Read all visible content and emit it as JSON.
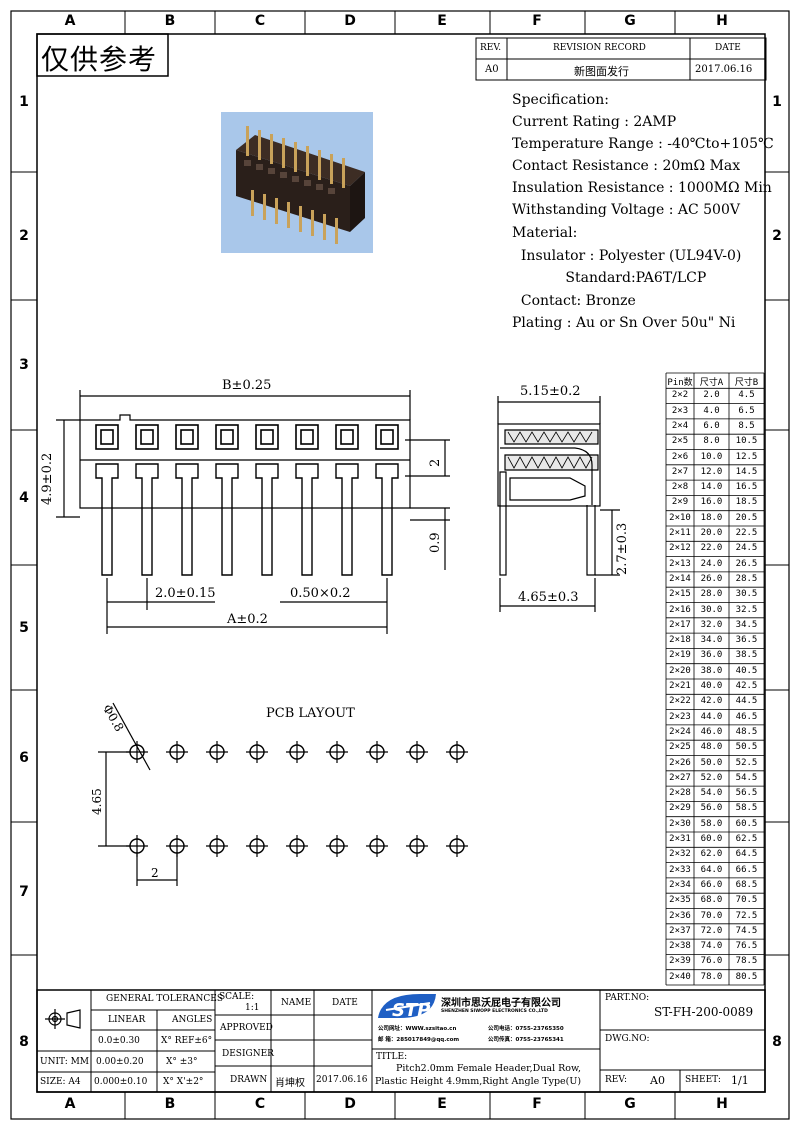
{
  "zones": {
    "cols": [
      "A",
      "B",
      "C",
      "D",
      "E",
      "F",
      "G",
      "H"
    ],
    "rows": [
      "1",
      "2",
      "3",
      "4",
      "5",
      "6",
      "7",
      "8"
    ]
  },
  "stamp": "仅供参考",
  "revision": {
    "headers": [
      "REV.",
      "REVISION RECORD",
      "DATE"
    ],
    "rows": [
      [
        "A0",
        "新图面发行",
        "2017.06.16"
      ]
    ]
  },
  "spec_lines": [
    "Specification:",
    "Current Rating : 2AMP",
    "Temperature Range : -40℃to+105℃",
    "Contact Resistance : 20mΩ Max",
    "Insulation Resistance : 1000MΩ Min",
    "Withstanding Voltage : AC 500V",
    "Material:",
    "  Insulator : Polyester (UL94V-0)",
    "            Standard:PA6T/LCP",
    "  Contact: Bronze",
    "Plating : Au or Sn Over 50u\" Ni"
  ],
  "front_view": {
    "dim_b": "B±0.25",
    "dim_height": "4.9±0.2",
    "dim_2": "2",
    "dim_09": "0.9",
    "dim_pitch": "2.0±0.15",
    "dim_pin": "0.50×0.2",
    "dim_a": "A±0.2"
  },
  "side_view": {
    "dim_width": "5.15±0.2",
    "dim_lead": "2.7±0.3",
    "dim_base": "4.65±0.3"
  },
  "pcb": {
    "title": "PCB LAYOUT",
    "hole": "Φ0.8",
    "row_spacing": "4.65",
    "pitch": "2"
  },
  "pin_table": {
    "headers": [
      "Pin数",
      "尺寸A",
      "尺寸B"
    ],
    "rows": [
      [
        "2×2",
        "2.0",
        "4.5"
      ],
      [
        "2×3",
        "4.0",
        "6.5"
      ],
      [
        "2×4",
        "6.0",
        "8.5"
      ],
      [
        "2×5",
        "8.0",
        "10.5"
      ],
      [
        "2×6",
        "10.0",
        "12.5"
      ],
      [
        "2×7",
        "12.0",
        "14.5"
      ],
      [
        "2×8",
        "14.0",
        "16.5"
      ],
      [
        "2×9",
        "16.0",
        "18.5"
      ],
      [
        "2×10",
        "18.0",
        "20.5"
      ],
      [
        "2×11",
        "20.0",
        "22.5"
      ],
      [
        "2×12",
        "22.0",
        "24.5"
      ],
      [
        "2×13",
        "24.0",
        "26.5"
      ],
      [
        "2×14",
        "26.0",
        "28.5"
      ],
      [
        "2×15",
        "28.0",
        "30.5"
      ],
      [
        "2×16",
        "30.0",
        "32.5"
      ],
      [
        "2×17",
        "32.0",
        "34.5"
      ],
      [
        "2×18",
        "34.0",
        "36.5"
      ],
      [
        "2×19",
        "36.0",
        "38.5"
      ],
      [
        "2×20",
        "38.0",
        "40.5"
      ],
      [
        "2×21",
        "40.0",
        "42.5"
      ],
      [
        "2×22",
        "42.0",
        "44.5"
      ],
      [
        "2×23",
        "44.0",
        "46.5"
      ],
      [
        "2×24",
        "46.0",
        "48.5"
      ],
      [
        "2×25",
        "48.0",
        "50.5"
      ],
      [
        "2×26",
        "50.0",
        "52.5"
      ],
      [
        "2×27",
        "52.0",
        "54.5"
      ],
      [
        "2×28",
        "54.0",
        "56.5"
      ],
      [
        "2×29",
        "56.0",
        "58.5"
      ],
      [
        "2×30",
        "58.0",
        "60.5"
      ],
      [
        "2×31",
        "60.0",
        "62.5"
      ],
      [
        "2×32",
        "62.0",
        "64.5"
      ],
      [
        "2×33",
        "64.0",
        "66.5"
      ],
      [
        "2×34",
        "66.0",
        "68.5"
      ],
      [
        "2×35",
        "68.0",
        "70.5"
      ],
      [
        "2×36",
        "70.0",
        "72.5"
      ],
      [
        "2×37",
        "72.0",
        "74.5"
      ],
      [
        "2×38",
        "74.0",
        "76.5"
      ],
      [
        "2×39",
        "76.0",
        "78.5"
      ],
      [
        "2×40",
        "78.0",
        "80.5"
      ]
    ]
  },
  "title_block": {
    "general_tolerances": "GENERAL TOLERANCES",
    "linear": "LINEAR",
    "angles": "ANGLES",
    "tol_rows": [
      [
        "0.0±0.30",
        "X° REF±6°"
      ],
      [
        "0.00±0.20",
        "X° ±3°"
      ],
      [
        "0.000±0.10",
        "X° X'±2°"
      ]
    ],
    "unit_label": "UNIT: MM",
    "size_label": "SIZE: A4",
    "scale_label": "SCALE:",
    "scale_value": "1:1",
    "name_label": "NAME",
    "date_label": "DATE",
    "approved_label": "APPROVED",
    "designer_label": "DESIGNER",
    "drawn_label": "DRAWN",
    "drawn_name": "肖坤权",
    "drawn_date": "2017.06.16",
    "company_logo": "STP",
    "company_cn": "深圳市思沃屁电子有限公司",
    "company_en": "SHENZHEN SIWOPP ELECTRONICS CO.,LTD",
    "contact_1a": "公司网址：WWW.szsitao.cn",
    "contact_1b": "公司电话：0755-23765350",
    "contact_2a": "邮    箱：285017849@qq.com",
    "contact_2b": "公司传真：0755-23765341",
    "title_label": "TITLE:",
    "title_line1": "Pitch2.0mm Female Header,Dual Row,",
    "title_line2": "Plastic Height 4.9mm,Right Angle Type(U)",
    "part_no_label": "PART.NO:",
    "part_no": "ST-FH-200-0089",
    "dwg_no_label": "DWG.NO:",
    "rev_label": "REV:",
    "rev_value": "A0",
    "sheet_label": "SHEET:",
    "sheet_value": "1/1"
  }
}
